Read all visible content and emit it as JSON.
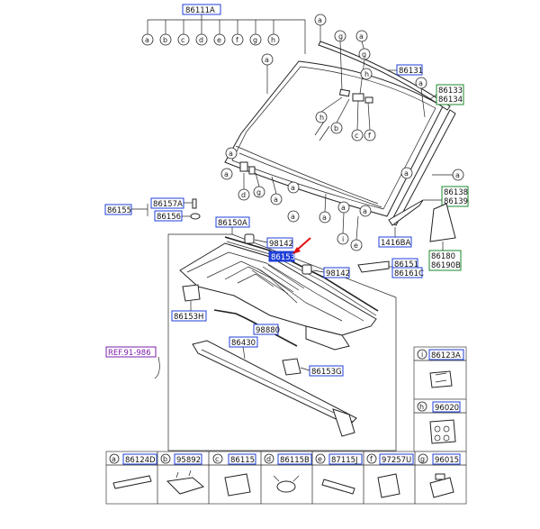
{
  "part_labels": {
    "windshield_assy": "86111A",
    "molding_top": "86131",
    "molding_side_a": "86133",
    "molding_side_b": "86134",
    "clip_a": "86155",
    "clip_b": "86157A",
    "clip_c": "86156",
    "cowl_panel": "86150A",
    "screw_top": "98142",
    "cowl_cover_sel": "86153",
    "screw_right": "98142",
    "nozzle_h": "86153H",
    "hose": "98880",
    "seal_strip": "86430",
    "cover_g": "86153G",
    "garnish_a": "86138",
    "garnish_b": "86139",
    "bracket": "1416BA",
    "trim_a": "86151",
    "trim_b": "86161C",
    "corner_a": "86180",
    "corner_b": "86190B",
    "ref": "REF.91-986"
  },
  "callouts": [
    "a",
    "b",
    "c",
    "d",
    "e",
    "f",
    "g",
    "h",
    "i"
  ],
  "legend_side": [
    {
      "letter": "i",
      "part": "86123A"
    },
    {
      "letter": "h",
      "part": "96020"
    }
  ],
  "legend_bottom": [
    {
      "letter": "a",
      "part": "86124D"
    },
    {
      "letter": "b",
      "part": "95892"
    },
    {
      "letter": "c",
      "part": "86115"
    },
    {
      "letter": "d",
      "part": "86115B"
    },
    {
      "letter": "e",
      "part": "87115J"
    },
    {
      "letter": "f",
      "part": "97257U"
    },
    {
      "letter": "g",
      "part": "96015"
    }
  ]
}
